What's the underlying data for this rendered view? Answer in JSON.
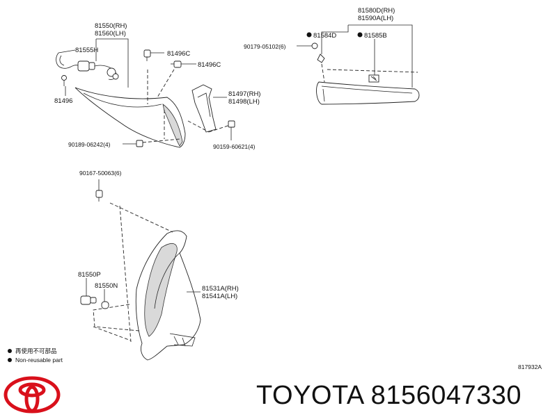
{
  "callouts": {
    "c81550": "81550(RH)",
    "c81560": "81560(LH)",
    "c81555h": "81555H",
    "c81496a": "81496",
    "c81496c1": "81496C",
    "c81496c2": "81496C",
    "c81497": "81497(RH)",
    "c81498": "81498(LH)",
    "c90189": "90189-06242(4)",
    "c90159": "90159-60621(4)",
    "c81580d": "81580D(RH)",
    "c81590a": "81590A(LH)",
    "c90179": "90179-05102(6)",
    "c81584d": "81584D",
    "c81585b": "81585B",
    "c90167": "90167-50063(6)",
    "c81550p": "81550P",
    "c81550n": "81550N",
    "c81531a": "81531A(RH)",
    "c81541a": "81541A(LH)"
  },
  "legend": {
    "item1": "再使用不可部品",
    "item2": "Non-reusable part"
  },
  "diagram_code": "817932A",
  "brand": {
    "text": "TOYOTA 8156047330",
    "logo_color": "#d9101b"
  }
}
